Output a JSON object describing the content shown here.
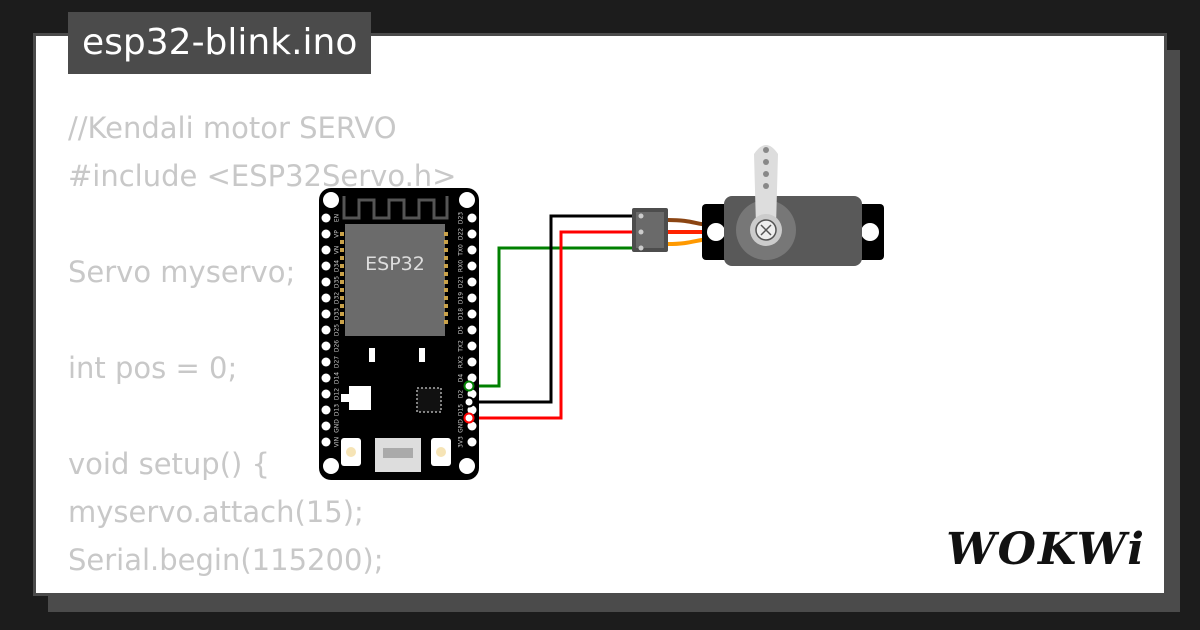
{
  "file_tab": {
    "label": "esp32-blink.ino"
  },
  "code_lines": [
    "//Kendali motor SERVO",
    "#include <ESP32Servo.h>",
    "",
    "Servo myservo;",
    "",
    "int pos = 0;",
    "",
    "void setup() {",
    "myservo.attach(15);",
    "Serial.begin(115200);",
    "}"
  ],
  "board": {
    "label": "ESP32",
    "left_pins": [
      "EN",
      "VP",
      "VN",
      "D34",
      "D35",
      "D32",
      "D33",
      "D25",
      "D26",
      "D27",
      "D14",
      "D12",
      "D13",
      "GND",
      "VIN"
    ],
    "right_pins": [
      "D23",
      "D22",
      "TX0",
      "RX0",
      "D21",
      "D19",
      "D18",
      "D5",
      "TX2",
      "RX2",
      "D4",
      "D2",
      "D15",
      "GND",
      "3V3"
    ]
  },
  "wires": {
    "signal": "#008000",
    "ground": "#000000",
    "power": "#ff0000"
  },
  "colors": {
    "panel": "#ffffff",
    "frame": "#4b4b4b",
    "code_text": "#c8c8c8",
    "board": "#000000",
    "chip": "#6b6b6b"
  },
  "brand": {
    "logo": "WOKWi"
  }
}
